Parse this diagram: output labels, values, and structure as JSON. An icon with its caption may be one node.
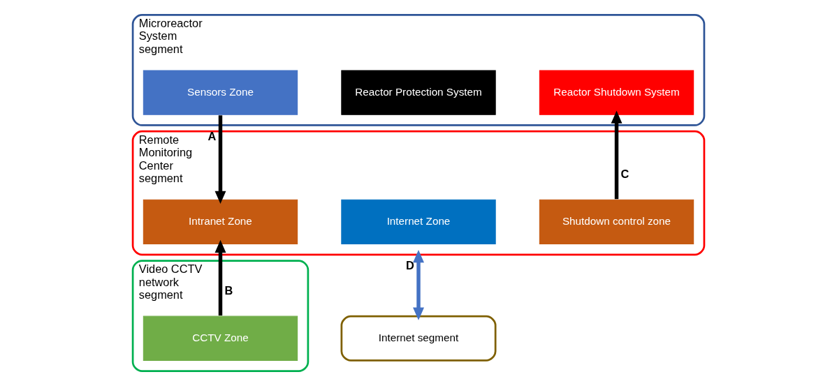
{
  "diagram": {
    "nodes": [
      {
        "text": [
          "Microreactor System segment"
        ]
      },
      {
        "text": [
          "Sensors Zone"
        ],
        "in": 0
      },
      {
        "text": [
          "Reactor Protection System"
        ],
        "in": 0
      },
      {
        "text": [
          "Reactor Shutdown System"
        ],
        "in": 0
      },
      {
        "text": [
          "Remote Monitoring Center segment"
        ]
      },
      {
        "text": [
          "Intranet Zone"
        ],
        "in": 4
      },
      {
        "text": [
          "Internet Zone"
        ],
        "in": 4
      },
      {
        "text": [
          "Shutdown control zone"
        ],
        "in": 4
      },
      {
        "text": [
          "Video CCTV network segment"
        ]
      },
      {
        "text": [
          "CCTV Zone"
        ],
        "in": 8
      },
      {
        "text": [
          "Internet segment"
        ]
      }
    ],
    "edges": [
      {
        "from": 1,
        "to": 5,
        "arrow": "to",
        "label": "A"
      },
      {
        "from": 9,
        "to": 5,
        "arrow": "to",
        "label": "B"
      },
      {
        "from": 7,
        "to": 3,
        "arrow": "to",
        "label": "C"
      },
      {
        "from": 4,
        "to": 10,
        "arrow": "both",
        "label": "D",
        "color": "#4472c4"
      }
    ]
  }
}
